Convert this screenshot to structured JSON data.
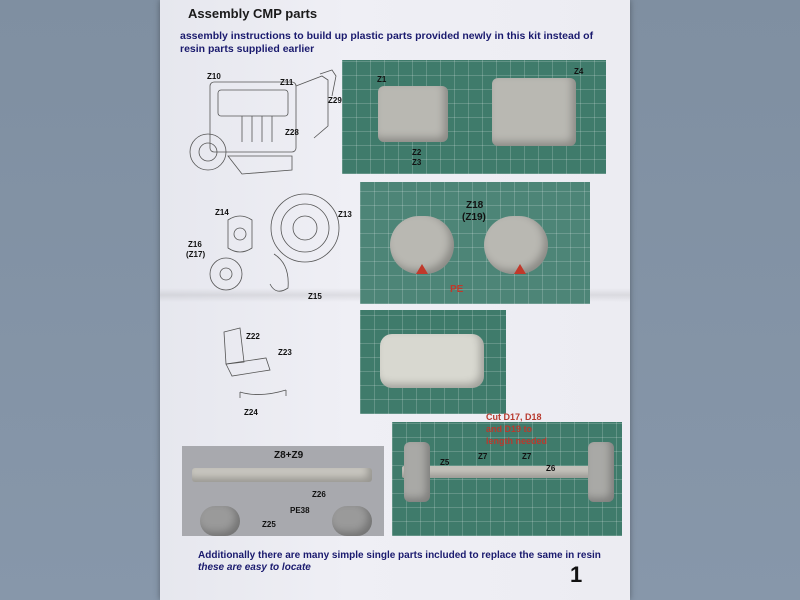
{
  "title": "Assembly CMP parts",
  "intro": "assembly instructions to build up plastic parts provided newly in this kit instead of resin parts supplied earlier",
  "engine_labels": [
    "Z10",
    "Z11",
    "Z29",
    "Z28"
  ],
  "engine_photo_labels": [
    "Z1",
    "Z2",
    "Z3",
    "Z4"
  ],
  "wheel_labels": [
    "Z14",
    "Z13",
    "Z16",
    "(Z17)",
    "Z15"
  ],
  "hub_photo_labels": [
    "Z18",
    "(Z19)",
    "PE"
  ],
  "seat_labels": [
    "Z22",
    "Z23",
    "Z24"
  ],
  "chassis_left_labels": [
    "Z8+Z9",
    "Z26",
    "PE38",
    "Z25"
  ],
  "chassis_right_labels": [
    "Cut D17, D18",
    "and D19 to",
    "length needed",
    "Z5",
    "Z7",
    "Z7",
    "Z6"
  ],
  "footer_line1": "Additionally there are many simple single parts included to replace the same in resin",
  "footer_line2": "these are easy to locate",
  "page_number": "1"
}
